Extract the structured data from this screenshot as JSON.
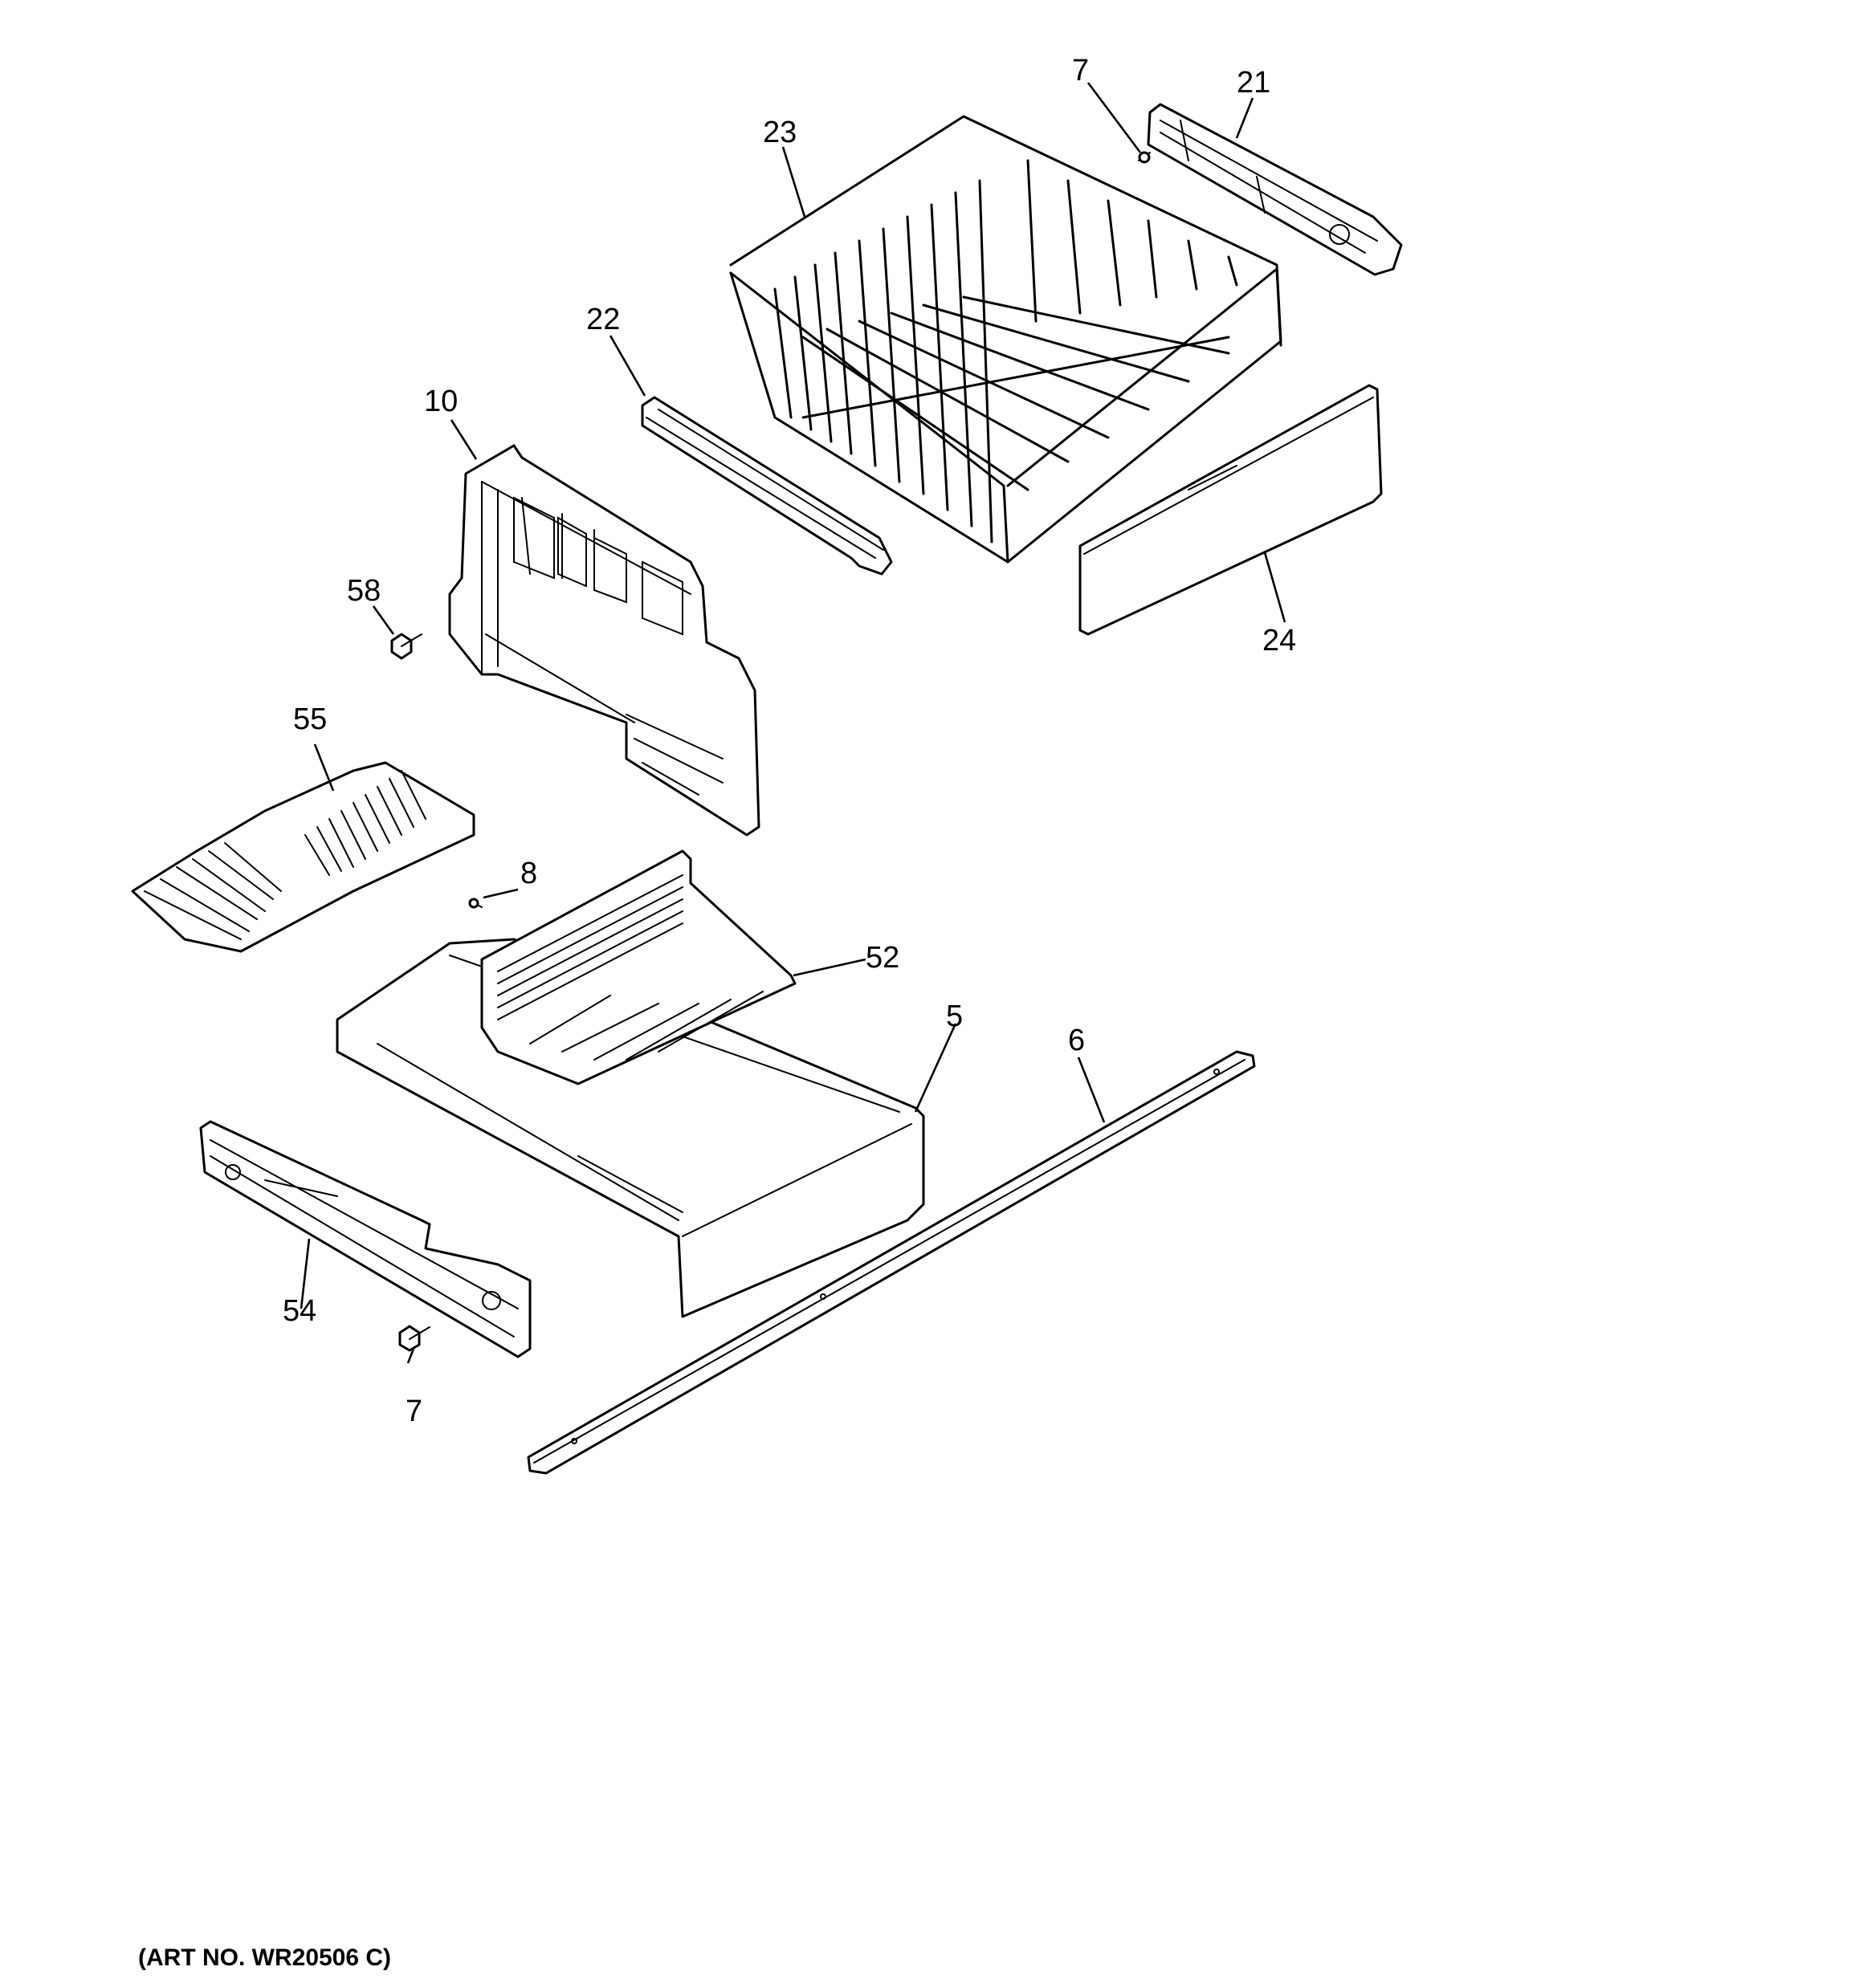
{
  "diagram": {
    "art_number": "(ART NO. WR20506 C)",
    "callouts": {
      "c7a": "7",
      "c21": "21",
      "c23": "23",
      "c22": "22",
      "c10": "10",
      "c58": "58",
      "c24": "24",
      "c55": "55",
      "c8": "8",
      "c52": "52",
      "c5": "5",
      "c6": "6",
      "c54": "54",
      "c7b": "7"
    }
  }
}
